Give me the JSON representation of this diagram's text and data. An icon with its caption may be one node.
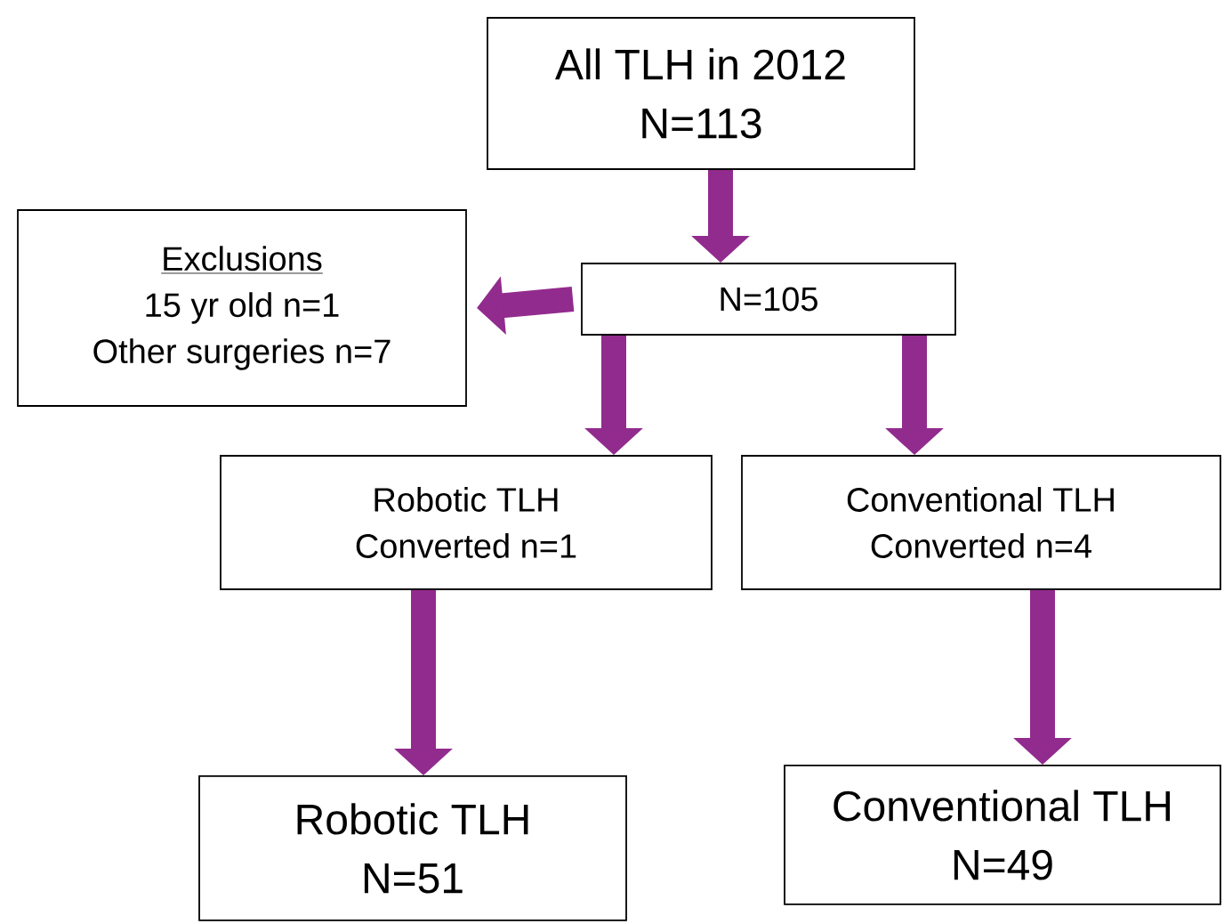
{
  "diagram": {
    "nodes": [
      {
        "text": [
          "All TLH in 2012",
          "N=113"
        ]
      },
      {
        "text": [
          "Exclusions",
          "15 yr old n=1",
          "Other surgeries n=7"
        ]
      },
      {
        "text": [
          "N=105"
        ]
      },
      {
        "text": [
          "Robotic TLH",
          "Converted n=1"
        ]
      },
      {
        "text": [
          "Conventional TLH",
          "Converted n=4"
        ]
      },
      {
        "text": [
          "Robotic TLH",
          "N=51"
        ]
      },
      {
        "text": [
          "Conventional TLH",
          "N=49"
        ]
      }
    ],
    "edges": [
      {
        "from": 0,
        "to": 2,
        "arrow": "to"
      },
      {
        "from": 2,
        "to": 1,
        "arrow": "to"
      },
      {
        "from": 2,
        "to": 3,
        "arrow": "to"
      },
      {
        "from": 2,
        "to": 4,
        "arrow": "to"
      },
      {
        "from": 3,
        "to": 5,
        "arrow": "to"
      },
      {
        "from": 4,
        "to": 6,
        "arrow": "to"
      }
    ]
  }
}
